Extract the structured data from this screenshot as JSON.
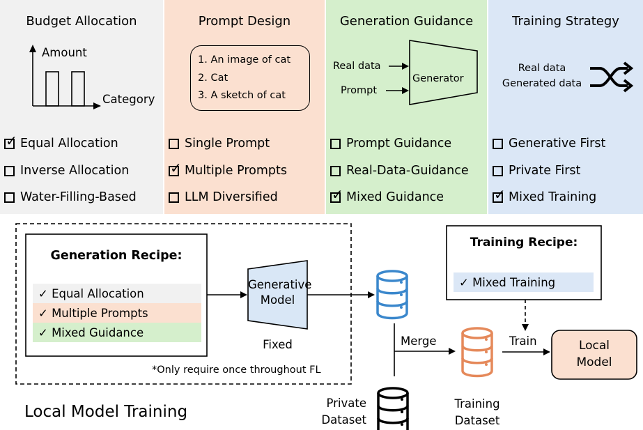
{
  "colors": {
    "budget_bg": "#f1f1f1",
    "prompt_bg": "#fbe0d0",
    "guidance_bg": "#d5efcc",
    "strategy_bg": "#dbe7f6",
    "db_blue": "#3a87cc",
    "db_orange": "#e5895a",
    "generator_fill": "#d9e7f6",
    "local_model_fill": "#fbe0d0"
  },
  "panels": [
    {
      "id": "budget",
      "title": "Budget Allocation",
      "options": [
        {
          "label": "Equal Allocation",
          "checked": true
        },
        {
          "label": "Inverse Allocation",
          "checked": false
        },
        {
          "label": "Water-Filling-Based",
          "checked": false
        }
      ]
    },
    {
      "id": "prompt",
      "title": "Prompt Design",
      "options": [
        {
          "label": "Single Prompt",
          "checked": false
        },
        {
          "label": "Multiple Prompts",
          "checked": true
        },
        {
          "label": "LLM Diversified",
          "checked": false
        }
      ]
    },
    {
      "id": "guidance",
      "title": "Generation Guidance",
      "options": [
        {
          "label": "Prompt Guidance",
          "checked": false
        },
        {
          "label": "Real-Data-Guidance",
          "checked": false
        },
        {
          "label": "Mixed Guidance",
          "checked": true
        }
      ]
    },
    {
      "id": "strategy",
      "title": "Training Strategy",
      "options": [
        {
          "label": "Generative First",
          "checked": false
        },
        {
          "label": "Private First",
          "checked": false
        },
        {
          "label": "Mixed Training",
          "checked": true
        }
      ]
    }
  ],
  "budget_chart": {
    "y_label": "Amount",
    "x_label": "Category"
  },
  "prompt_examples": [
    "1. An image of cat",
    "2. Cat",
    "3. A sketch of cat"
  ],
  "guidance_diagram": {
    "input1": "Real data",
    "input2": "Prompt",
    "generator": "Generator"
  },
  "strategy_diagram": {
    "line1": "Real data",
    "line2": "Generated data"
  },
  "generation_recipe": {
    "title": "Generation Recipe:",
    "items": [
      "✓  Equal Allocation",
      "✓  Multiple Prompts",
      "✓  Mixed Guidance"
    ],
    "footnote": "*Only require once throughout FL"
  },
  "generative_model": {
    "line1": "Generative",
    "line2": "Model",
    "caption": "Fixed"
  },
  "training_recipe": {
    "title": "Training Recipe:",
    "item": "✓  Mixed Training"
  },
  "labels": {
    "merge": "Merge",
    "train": "Train",
    "local_model_line1": "Local",
    "local_model_line2": "Model",
    "private_dataset_line1": "Private",
    "private_dataset_line2": "Dataset",
    "training_dataset_line1": "Training",
    "training_dataset_line2": "Dataset",
    "section_title": "Local Model Training"
  }
}
